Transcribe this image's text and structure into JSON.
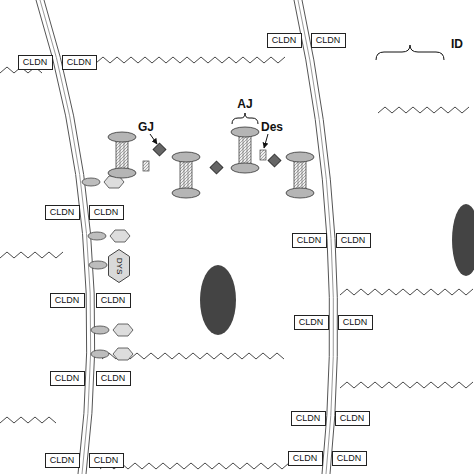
{
  "diagram": {
    "nodes": [
      {
        "text": [
          "CLDN"
        ]
      },
      {
        "text": [
          "CLDN"
        ]
      },
      {
        "text": [
          "CLDN"
        ]
      },
      {
        "text": [
          "CLDN"
        ]
      },
      {
        "text": [
          "CLDN"
        ]
      },
      {
        "text": [
          "CLDN"
        ]
      },
      {
        "text": [
          "CLDN"
        ]
      },
      {
        "text": [
          "CLDN"
        ]
      },
      {
        "text": [
          "DYS"
        ]
      },
      {
        "text": [
          "CLDN"
        ]
      },
      {
        "text": [
          "CLDN"
        ]
      },
      {
        "text": [
          "CLDN"
        ]
      },
      {
        "text": [
          "CLDN"
        ]
      },
      {
        "text": [
          "CLDN"
        ]
      },
      {
        "text": [
          "CLDN"
        ]
      },
      {
        "text": [
          "CLDN"
        ]
      },
      {
        "text": [
          "CLDN"
        ]
      },
      {
        "text": [
          "CLDN"
        ]
      },
      {
        "text": [
          "CLDN"
        ]
      },
      {
        "text": [
          "CLDN"
        ]
      },
      {
        "text": [
          "CLDN"
        ]
      }
    ],
    "labels": [
      "ID",
      "AJ",
      "GJ",
      "Des"
    ]
  }
}
